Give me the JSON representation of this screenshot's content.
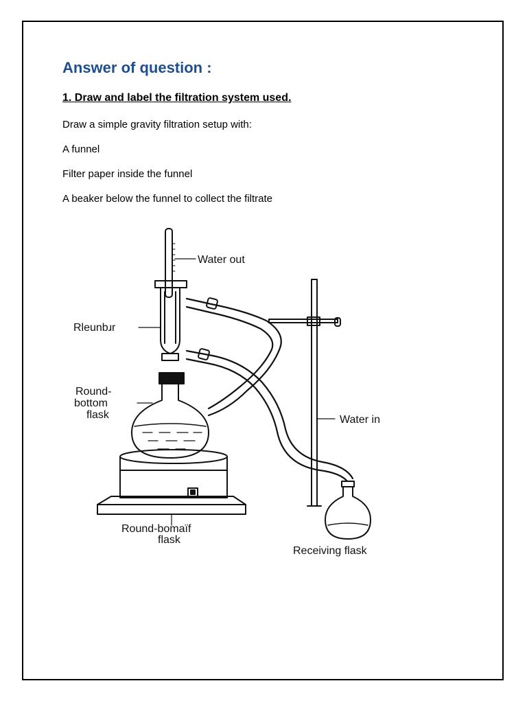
{
  "document": {
    "heading": "Answer of question :",
    "question": "1. Draw and label the filtration system used.",
    "lines": [
      "Draw a simple gravity filtration setup with:",
      "A funnel",
      "Filter paper inside the funnel",
      "A beaker below the funnel to collect the filtrate"
    ]
  },
  "figure": {
    "labels": {
      "water_out": "Water out",
      "condenser": "Rleunbɹr",
      "round_bottom_1": "Round-",
      "round_bottom_2": "bottom",
      "round_bottom_3": "flask",
      "water_in": "Water in",
      "heater_1": "Round-bomaïf",
      "heater_2": "flask",
      "receiving": "Receiving flask"
    }
  }
}
